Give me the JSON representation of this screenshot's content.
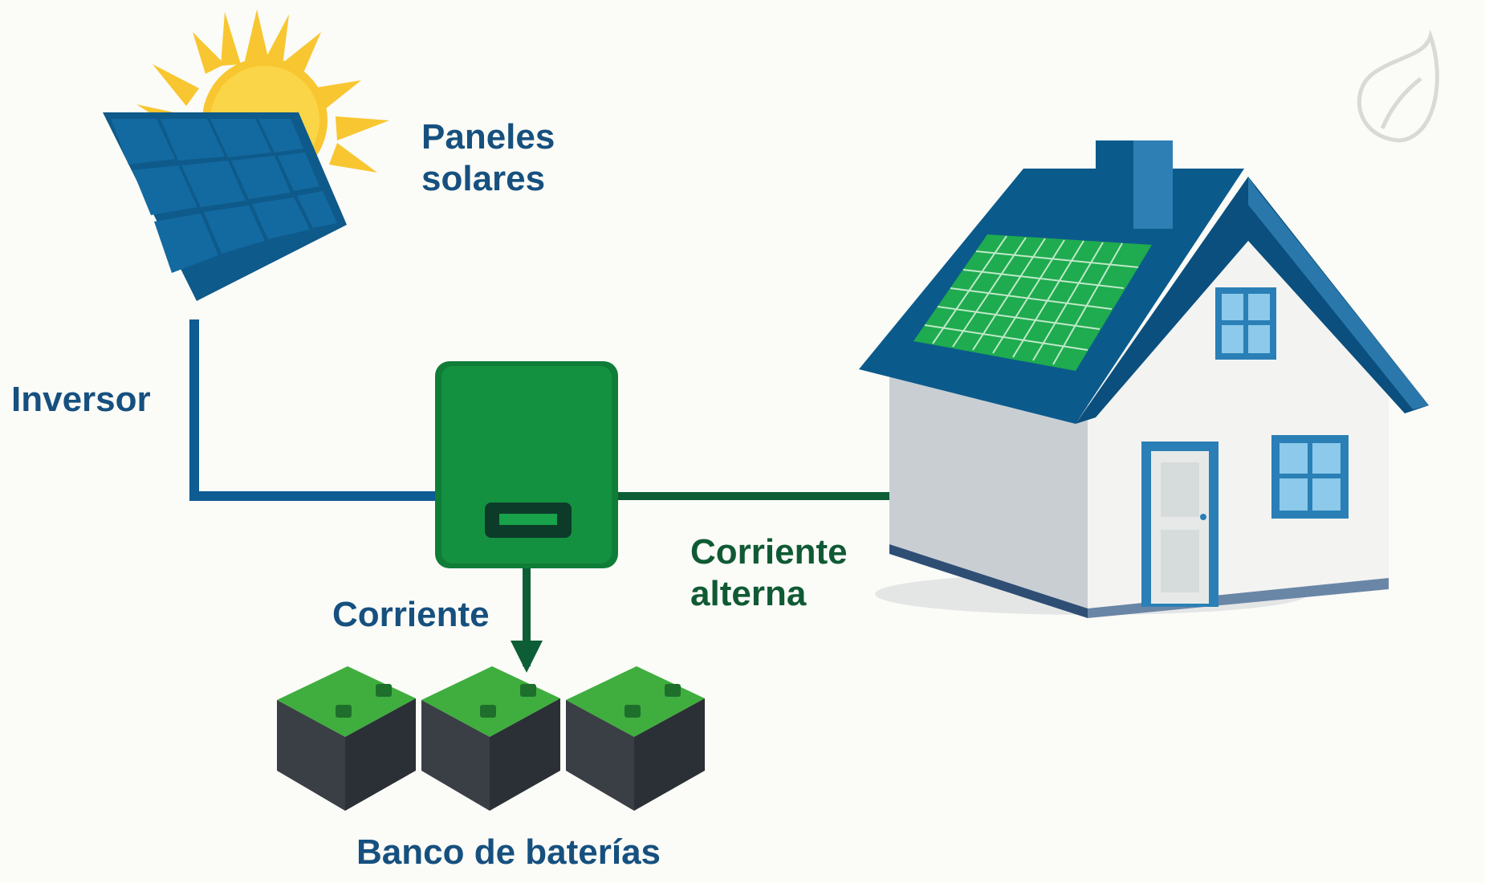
{
  "labels": {
    "panels_line1": "Paneles",
    "panels_line2": "solares",
    "inverter": "Inversor",
    "current": "Corriente",
    "ac_line1": "Corriente",
    "ac_line2": "alterna",
    "battery_bank": "Banco de baterías"
  },
  "icons": {
    "sun": "sun-icon",
    "solar_panel": "solar-panel-icon",
    "inverter": "inverter-icon",
    "house": "house-icon",
    "battery": "battery-icon",
    "logo": "leaf-logo"
  },
  "colors": {
    "background": "#fbfbf7",
    "label_blue": "#16507f",
    "label_green": "#0f5a34",
    "panel_blue": "#0e5a8a",
    "roof_blue": "#0b5a8c",
    "inverter_green": "#149140",
    "wire_blue": "#0d5c93",
    "ac_arrow_green": "#0d5e36",
    "sun_yellow": "#f8c630",
    "battery_top_green": "#3fae3e",
    "battery_body": "#3a3f45"
  }
}
